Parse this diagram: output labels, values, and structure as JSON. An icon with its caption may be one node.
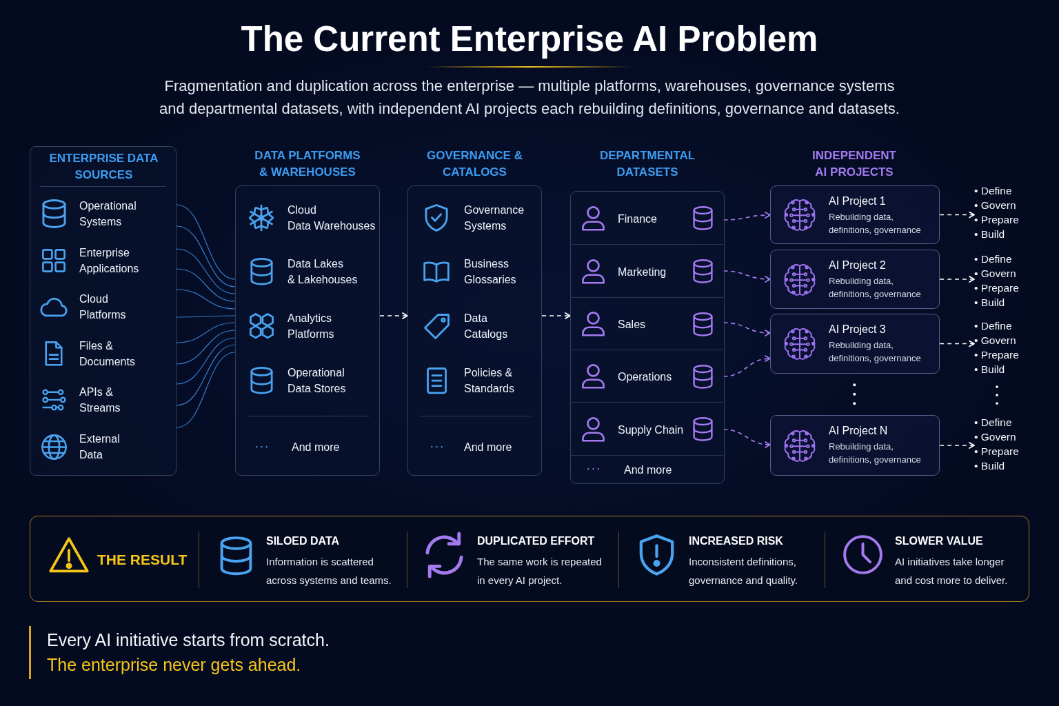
{
  "diagram": {
    "title": "The Current Enterprise AI Problem",
    "nodes": [
      {
        "text": [
          "ENTERPRISE DATA SOURCES",
          "Operational Systems",
          "Enterprise Applications",
          "Cloud Platforms",
          "Files & Documents",
          "APIs & Streams",
          "External Data"
        ]
      },
      {
        "text": [
          "DATA PLATFORMS & WAREHOUSES",
          "Cloud Data Warehouses",
          "Data Lakes & Lakehouses",
          "Analytics Platforms",
          "Operational Data Stores",
          "And more"
        ]
      },
      {
        "text": [
          "GOVERNANCE & CATALOGS",
          "Governance Systems",
          "Business Glossaries",
          "Data Catalogs",
          "Policies & Standards",
          "And more"
        ]
      },
      {
        "text": [
          "DEPARTMENTAL DATASETS"
        ]
      },
      {
        "text": [
          "Finance"
        ],
        "in": 3
      },
      {
        "text": [
          "Marketing"
        ],
        "in": 3
      },
      {
        "text": [
          "Sales"
        ],
        "in": 3
      },
      {
        "text": [
          "Operations"
        ],
        "in": 3
      },
      {
        "text": [
          "Supply Chain"
        ],
        "in": 3
      },
      {
        "text": [
          "And more"
        ],
        "in": 3
      },
      {
        "text": [
          "AI Project 1",
          "Rebuilding data, definitions, governance"
        ]
      },
      {
        "text": [
          "AI Project 2",
          "Rebuilding data, definitions, governance"
        ]
      },
      {
        "text": [
          "AI Project 3",
          "Rebuilding data, definitions, governance"
        ]
      },
      {
        "text": [
          "AI Project N",
          "Rebuilding data, definitions, governance"
        ]
      },
      {
        "text": [
          "• Define",
          "• Govern",
          "• Prepare",
          "• Build"
        ]
      },
      {
        "text": [
          "• Define",
          "• Govern",
          "• Prepare",
          "• Build"
        ]
      },
      {
        "text": [
          "• Define",
          "• Govern",
          "• Prepare",
          "• Build"
        ]
      },
      {
        "text": [
          "• Define",
          "• Govern",
          "• Prepare",
          "• Build"
        ]
      },
      {
        "text": [
          "THE RESULT",
          "SILOED DATA",
          "Information is scattered across systems and teams.",
          "DUPLICATED EFFORT",
          "The same work is repeated in every AI project.",
          "INCREASED RISK",
          "Inconsistent definitions, governance and quality.",
          "SLOWER VALUE",
          "AI initiatives take longer and cost more to deliver."
        ]
      }
    ],
    "edges": [
      {
        "from": 0,
        "to": 1,
        "arrow": "none"
      },
      {
        "from": 0,
        "to": 1,
        "arrow": "none"
      },
      {
        "from": 0,
        "to": 1,
        "arrow": "none"
      },
      {
        "from": 0,
        "to": 1,
        "arrow": "none"
      },
      {
        "from": 0,
        "to": 1,
        "arrow": "none"
      },
      {
        "from": 0,
        "to": 1,
        "arrow": "none"
      },
      {
        "from": 0,
        "to": 1,
        "arrow": "none"
      },
      {
        "from": 0,
        "to": 1,
        "arrow": "none"
      },
      {
        "from": 0,
        "to": 1,
        "arrow": "none"
      },
      {
        "from": 0,
        "to": 1,
        "arrow": "none"
      },
      {
        "from": 0,
        "to": 1,
        "arrow": "none"
      },
      {
        "from": 1,
        "to": 2,
        "arrow": "to",
        "style": "dashed",
        "color": "#ffffff"
      },
      {
        "from": 2,
        "to": 3,
        "arrow": "to",
        "style": "dashed",
        "color": "#ffffff"
      },
      {
        "from": 4,
        "to": 10,
        "arrow": "to",
        "style": "dashed",
        "color": "#a77bf3"
      },
      {
        "from": 5,
        "to": 11,
        "arrow": "to",
        "style": "dashed",
        "color": "#a77bf3"
      },
      {
        "from": 6,
        "to": 12,
        "arrow": "to",
        "style": "dashed",
        "color": "#a77bf3"
      },
      {
        "from": 7,
        "to": 12,
        "arrow": "to",
        "style": "dashed",
        "color": "#a77bf3"
      },
      {
        "from": 8,
        "to": 13,
        "arrow": "to",
        "style": "dashed",
        "color": "#a77bf3"
      },
      {
        "from": 10,
        "to": 14,
        "arrow": "to",
        "style": "dashed",
        "color": "#ffffff"
      },
      {
        "from": 11,
        "to": 15,
        "arrow": "to",
        "style": "dashed",
        "color": "#ffffff"
      },
      {
        "from": 12,
        "to": 16,
        "arrow": "to",
        "style": "dashed",
        "color": "#ffffff"
      },
      {
        "from": 13,
        "to": 17,
        "arrow": "to",
        "style": "dashed",
        "color": "#ffffff"
      }
    ],
    "labels": [
      "Fragmentation and duplication across the enterprise — multiple platforms, warehouses, governance systems and departmental datasets, with independent AI projects each rebuilding definitions, governance and datasets.",
      "INDEPENDENT AI PROJECTS",
      "Every AI initiative starts from scratch.",
      "The enterprise never gets ahead."
    ]
  }
}
